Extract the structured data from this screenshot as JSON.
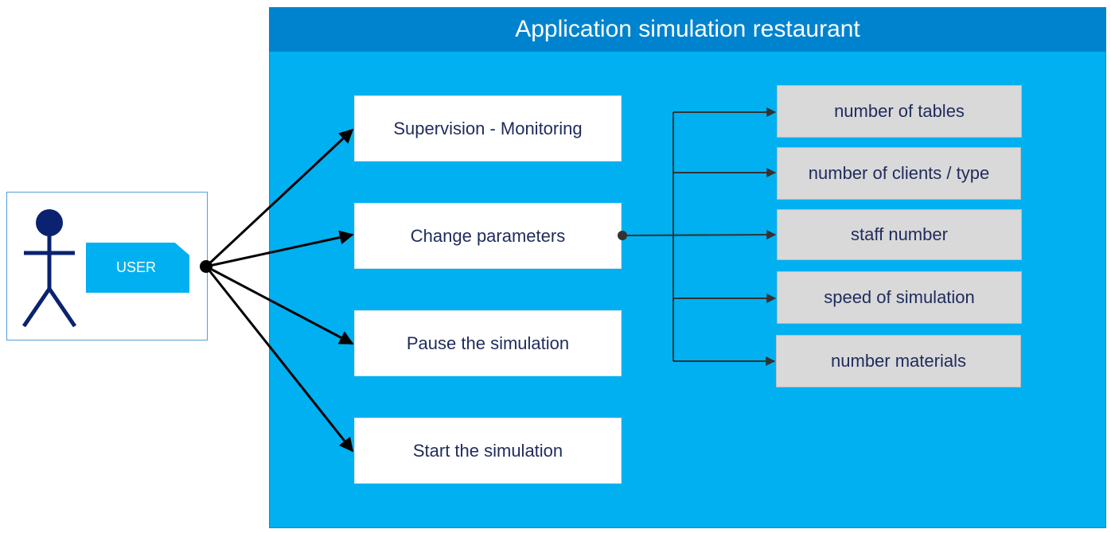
{
  "colors": {
    "system_fill": "#00b0f0",
    "system_header": "#0083cf",
    "actor_color": "#0a2270",
    "action_text": "#1f2b5c",
    "param_fill": "#d9d9d9",
    "connector": "#333333"
  },
  "system": {
    "title": "Application simulation restaurant"
  },
  "actor": {
    "label": "USER",
    "icon": "stick-figure-icon"
  },
  "actions": [
    "Supervision - Monitoring",
    "Change parameters",
    "Pause the simulation",
    "Start the simulation"
  ],
  "parameters": [
    "number of tables",
    "number of clients / type",
    "staff number",
    "speed of simulation",
    "number materials"
  ]
}
